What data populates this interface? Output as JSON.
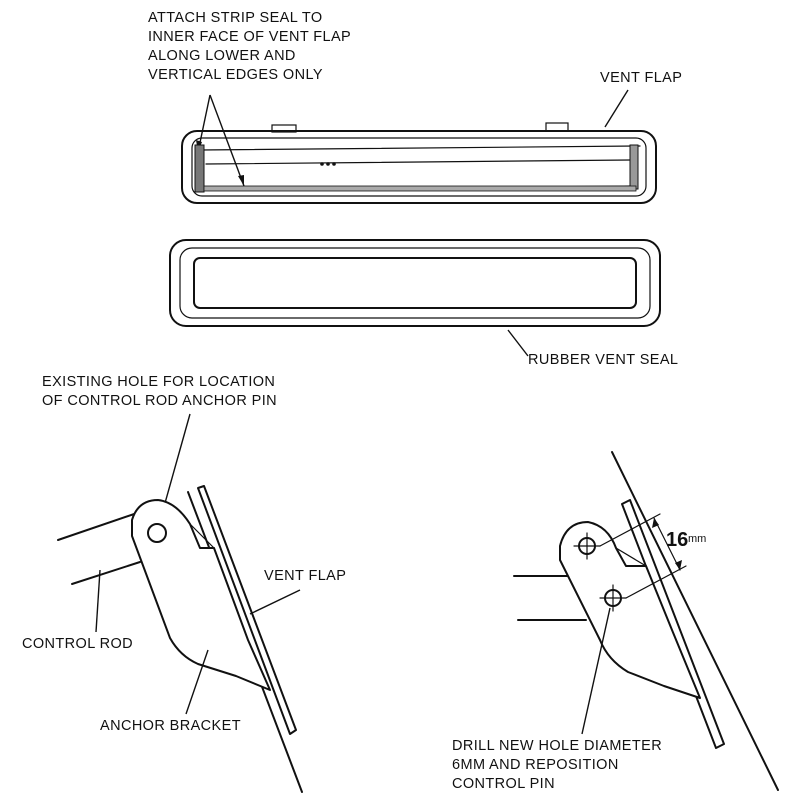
{
  "labels": {
    "strip_seal_note": [
      "ATTACH STRIP SEAL TO",
      "INNER FACE OF VENT FLAP",
      "ALONG LOWER AND",
      "VERTICAL EDGES ONLY"
    ],
    "vent_flap_top": "VENT FLAP",
    "rubber_vent_seal": "RUBBER VENT SEAL",
    "existing_hole_note": [
      "EXISTING HOLE FOR LOCATION",
      "OF CONTROL ROD ANCHOR PIN"
    ],
    "vent_flap_left": "VENT FLAP",
    "control_rod": "CONTROL ROD",
    "anchor_bracket": "ANCHOR BRACKET",
    "dimension_value": "16",
    "dimension_unit": "mm",
    "drill_note": [
      "DRILL NEW HOLE DIAMETER",
      "6MM AND REPOSITION",
      "CONTROL PIN"
    ]
  }
}
